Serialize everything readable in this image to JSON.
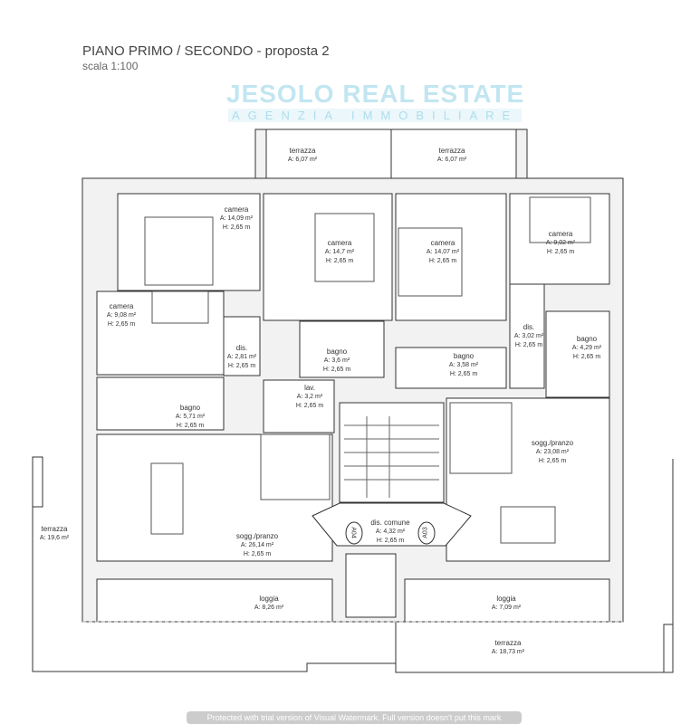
{
  "header": {
    "title": "PIANO PRIMO / SECONDO - proposta 2",
    "scale": "scala 1:100"
  },
  "rooms": [
    {
      "name": "terrazza",
      "area": "A: 6,07 m²"
    },
    {
      "name": "terrazza",
      "area": "A: 6,07 m²"
    },
    {
      "name": "camera",
      "area": "A: 14,09 m²",
      "height": "H: 2,65 m"
    },
    {
      "name": "camera",
      "area": "A: 14,7 m²",
      "height": "H: 2,65 m"
    },
    {
      "name": "camera",
      "area": "A: 14,07 m²",
      "height": "H: 2,65 m"
    },
    {
      "name": "camera",
      "area": "A: 9,02 m²",
      "height": "H: 2,65 m"
    },
    {
      "name": "camera",
      "area": "A: 9,08 m²",
      "height": "H: 2,65 m"
    },
    {
      "name": "dis.",
      "area": "A: 2,81 m²",
      "height": "H: 2,65 m"
    },
    {
      "name": "bagno",
      "area": "A: 3,6 m²",
      "height": "H: 2,65 m"
    },
    {
      "name": "bagno",
      "area": "A: 3,58 m²",
      "height": "H: 2,65 m"
    },
    {
      "name": "dis.",
      "area": "A: 3,02 m²",
      "height": "H: 2,65 m"
    },
    {
      "name": "bagno",
      "area": "A: 4,29 m²",
      "height": "H: 2,65 m"
    },
    {
      "name": "bagno",
      "area": "A: 5,71 m²",
      "height": "H: 2,65 m"
    },
    {
      "name": "lav.",
      "area": "A: 3,2 m²",
      "height": "H: 2,65 m"
    },
    {
      "name": "sogg./pranzo",
      "area": "A: 23,08 m²",
      "height": "H: 2,65 m"
    },
    {
      "name": "sogg./pranzo",
      "area": "A: 26,14 m²",
      "height": "H: 2,65 m"
    },
    {
      "name": "dis. comune",
      "area": "A: 4,32 m²",
      "height": "H: 2,65 m"
    },
    {
      "name": "terrazza",
      "area": "A: 19,6 m²"
    },
    {
      "name": "loggia",
      "area": "A: 8,26 m²"
    },
    {
      "name": "loggia",
      "area": "A: 7,09 m²"
    },
    {
      "name": "terrazza",
      "area": "A: 18,73 m²"
    }
  ],
  "units": [
    "A04",
    "A03"
  ],
  "watermark": {
    "brand": "JESOLO REAL ESTATE",
    "sub": "AGENZIA IMMOBILIARE"
  },
  "footer": "Protected with trial version of Visual Watermark. Full version doesn't put this mark"
}
